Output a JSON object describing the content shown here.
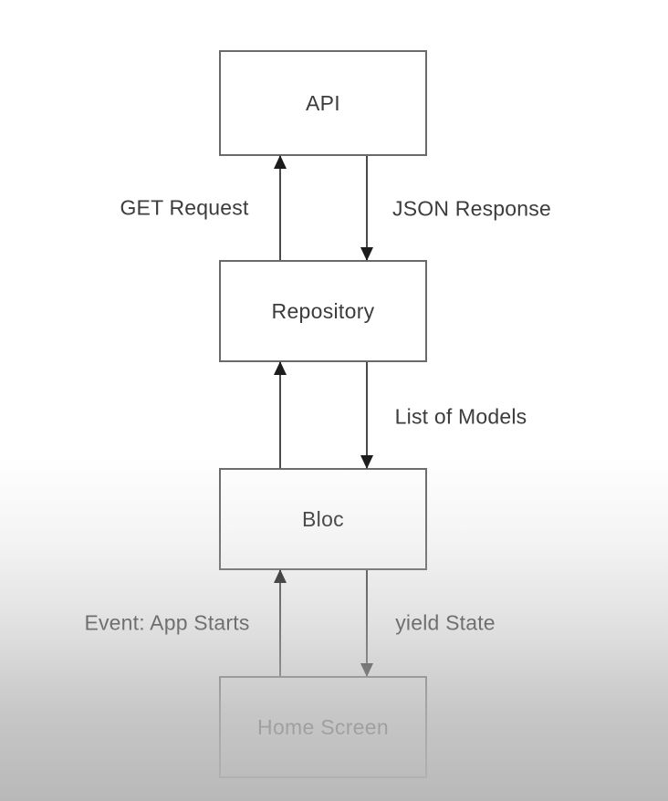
{
  "diagram": {
    "nodes": [
      {
        "id": "api",
        "label": "API"
      },
      {
        "id": "repository",
        "label": "Repository"
      },
      {
        "id": "bloc",
        "label": "Bloc"
      },
      {
        "id": "home-screen",
        "label": "Home Screen"
      }
    ],
    "edges": [
      {
        "from": "repository",
        "to": "api",
        "direction": "up",
        "label": "GET Request"
      },
      {
        "from": "api",
        "to": "repository",
        "direction": "down",
        "label": "JSON Response"
      },
      {
        "from": "bloc",
        "to": "repository",
        "direction": "up",
        "label": ""
      },
      {
        "from": "repository",
        "to": "bloc",
        "direction": "down",
        "label": "List of Models"
      },
      {
        "from": "home-screen",
        "to": "bloc",
        "direction": "up",
        "label": "Event: App Starts"
      },
      {
        "from": "bloc",
        "to": "home-screen",
        "direction": "down",
        "label": "yield State"
      }
    ],
    "colors": {
      "box_border": "#6a6a6a",
      "box_fill": "#ffffff",
      "arrow_line": "#4a4a4a",
      "arrowhead": "#1c1c1c",
      "text": "#3c3c3c",
      "background_top": "#ffffff",
      "background_bottom": "#b7b7b7"
    }
  }
}
